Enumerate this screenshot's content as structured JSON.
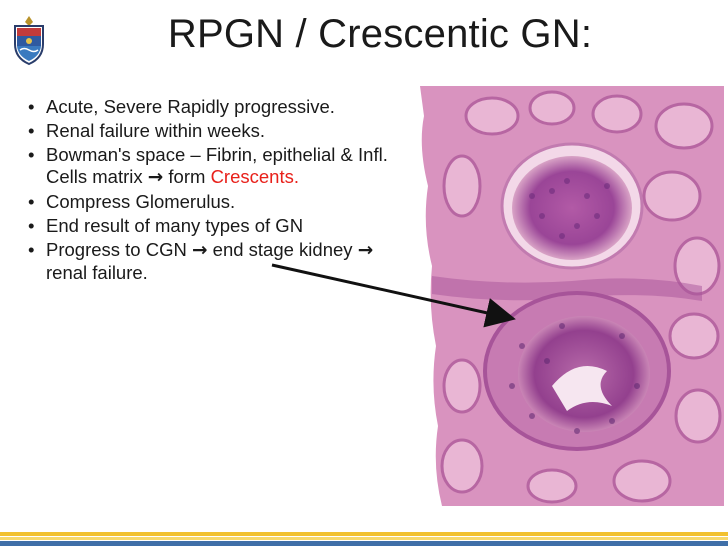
{
  "slide": {
    "title": "RPGN / Crescentic GN:",
    "bullets": [
      {
        "text": "Acute, Severe Rapidly progressive."
      },
      {
        "text": "Renal failure within weeks."
      },
      {
        "pre": "Bowman's space – Fibrin, epithelial & Infl. Cells matrix ",
        "arrow": "→",
        "mid": " form ",
        "highlight": "Crescents",
        "post": "."
      },
      {
        "text": "Compress Glomerulus."
      },
      {
        "text": "End result of many types of GN"
      },
      {
        "pre": "Progress to CGN ",
        "arrow": "→",
        "mid": " end stage kidney ",
        "arrow2": "→",
        "post": " renal failure."
      }
    ],
    "bullet_symbol": "•"
  },
  "colors": {
    "highlight": "#e8201a",
    "text": "#1a1a1a",
    "footer_yellow": "#f2c12e",
    "footer_blue": "#3f6fa8",
    "tissue_pink": "#d98ab8",
    "tissue_purple": "#8b3a8f"
  },
  "image": {
    "subject": "crescentic-glomerulus-histology"
  }
}
